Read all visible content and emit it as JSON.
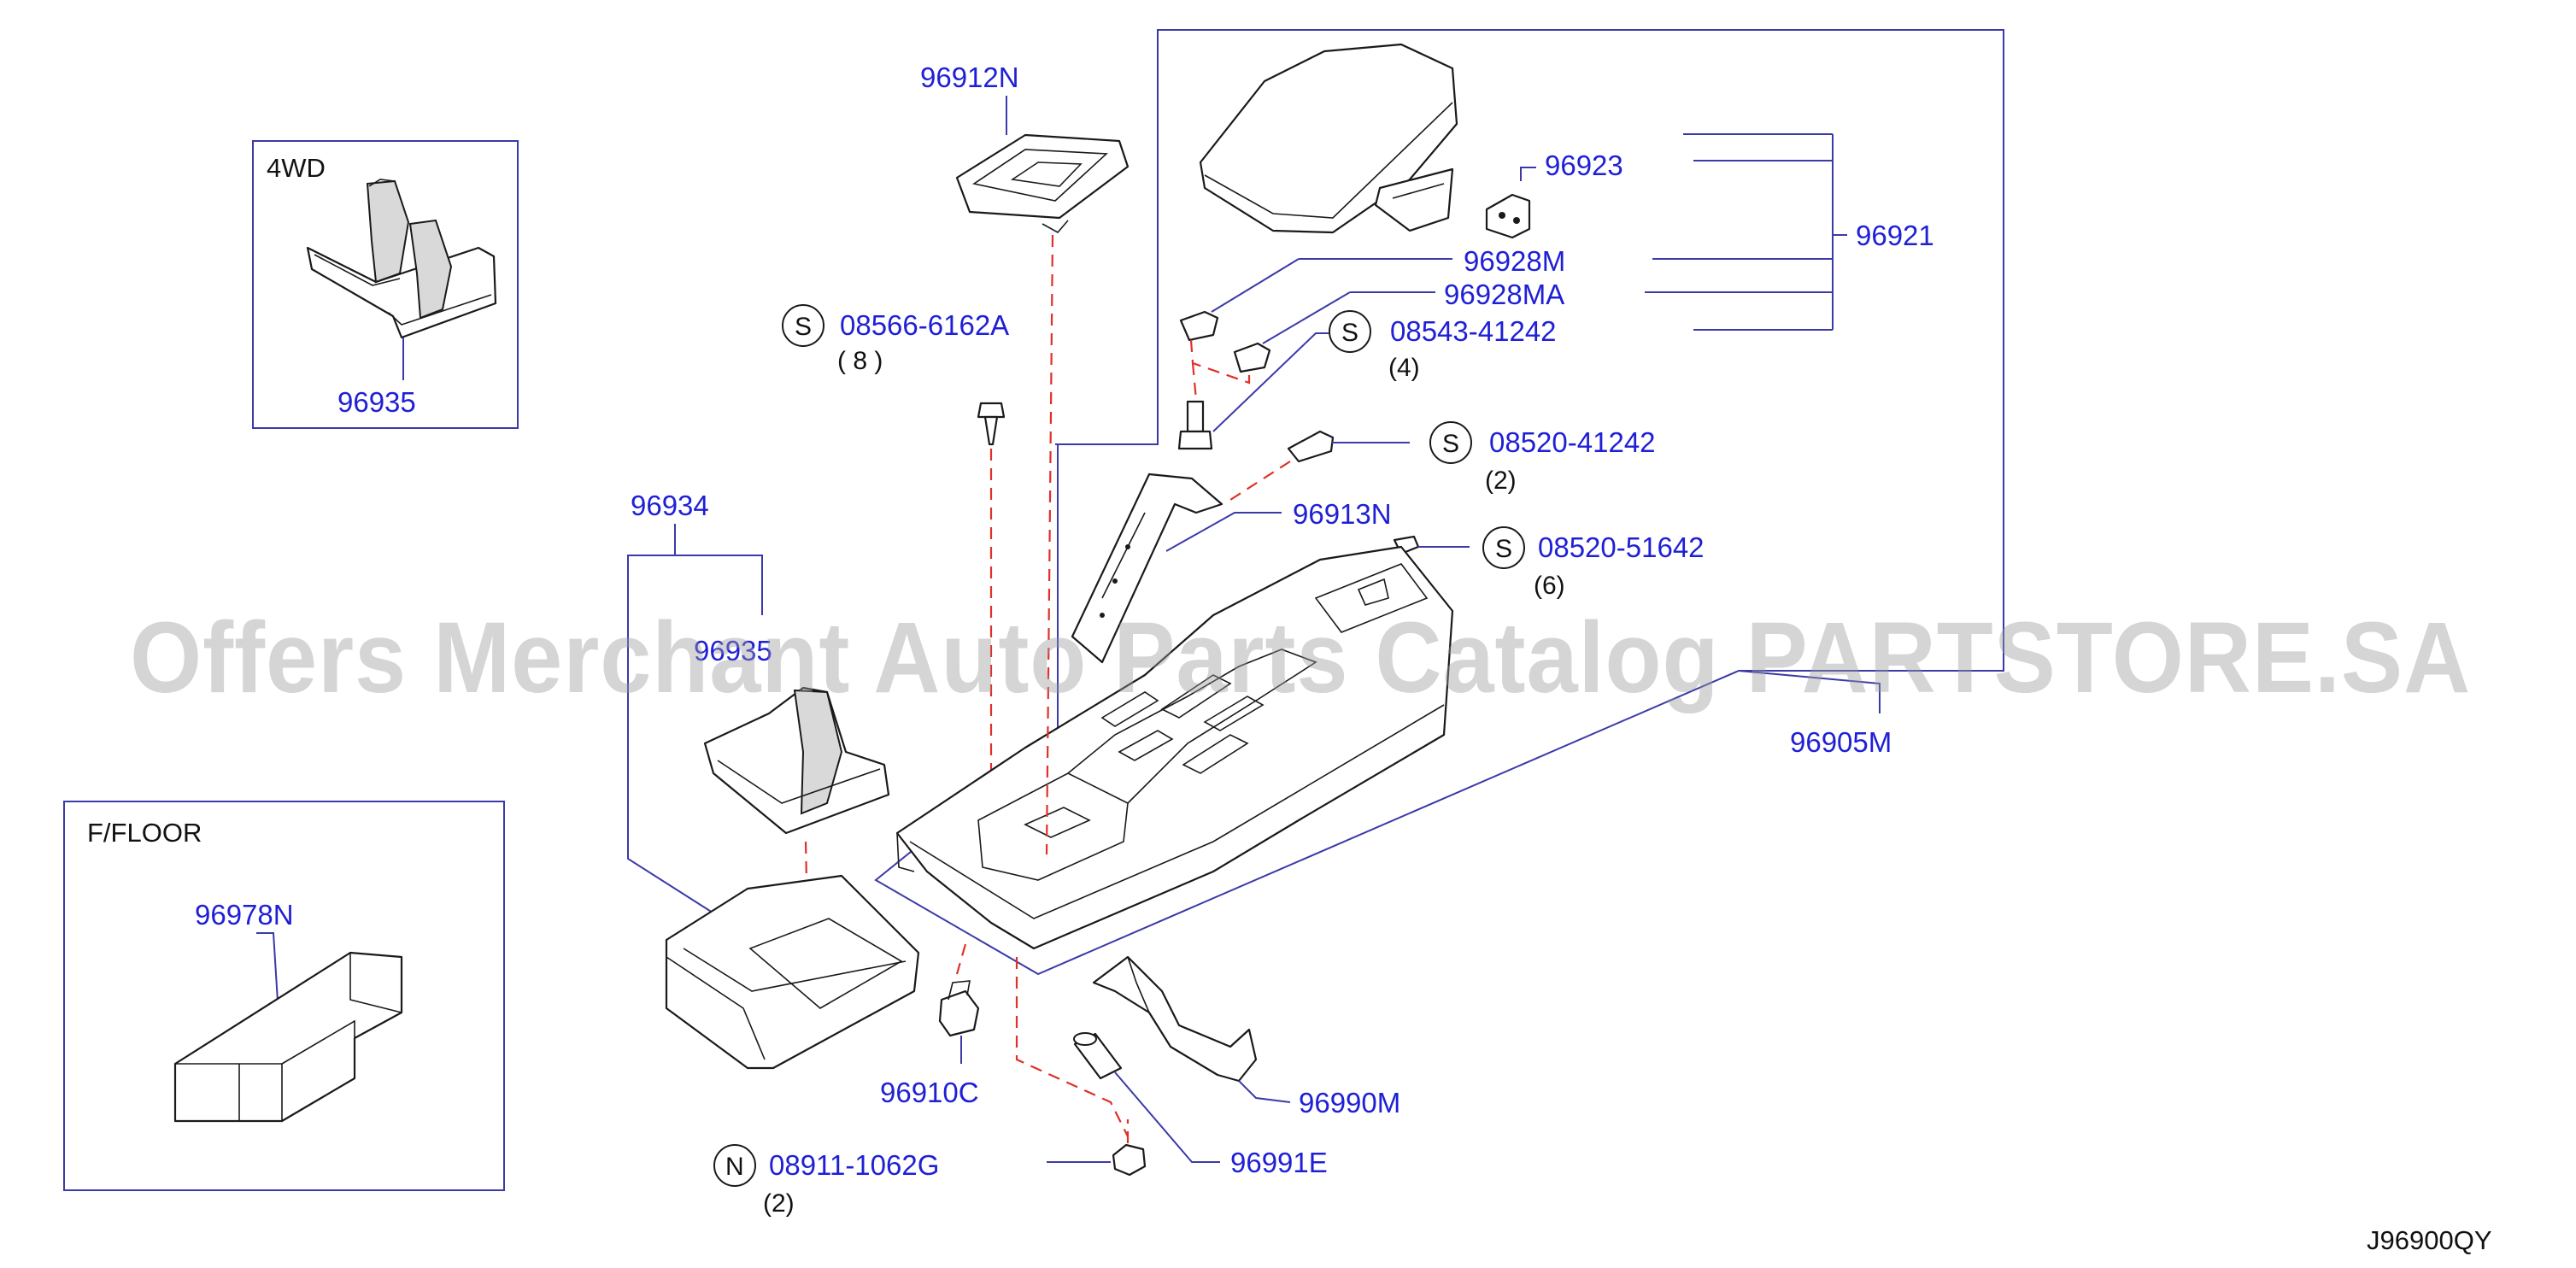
{
  "boxes": {
    "four_wd": {
      "title": "4WD",
      "part": "96935"
    },
    "floor": {
      "title": "F/FLOOR",
      "part": "96978N"
    }
  },
  "parts": {
    "p96912N": "96912N",
    "p96923": "96923",
    "p96921": "96921",
    "p96928M": "96928M",
    "p96928MA": "96928MA",
    "p96913N": "96913N",
    "p96905M": "96905M",
    "p96934": "96934",
    "p96935_hidden": "96935",
    "p96910C": "96910C",
    "p96990M": "96990M",
    "p96991E": "96991E"
  },
  "fasteners": [
    {
      "symbol": "S",
      "code": "08566-6162A",
      "qty": "( 8 )"
    },
    {
      "symbol": "S",
      "code": "08543-41242",
      "qty": "(4)"
    },
    {
      "symbol": "S",
      "code": "08520-41242",
      "qty": "(2)"
    },
    {
      "symbol": "S",
      "code": "08520-51642",
      "qty": "(6)"
    },
    {
      "symbol": "N",
      "code": "08911-1062G",
      "qty": "(2)"
    }
  ],
  "diagram_code": "J96900QY",
  "watermark": "Offers Merchant Auto Parts Catalog PARTSTORE.SA",
  "colors": {
    "label": "#1f1fd6",
    "leader": "#3a3aa8",
    "dashed_guide": "#e0302a",
    "watermark": "#9a9a9a"
  }
}
